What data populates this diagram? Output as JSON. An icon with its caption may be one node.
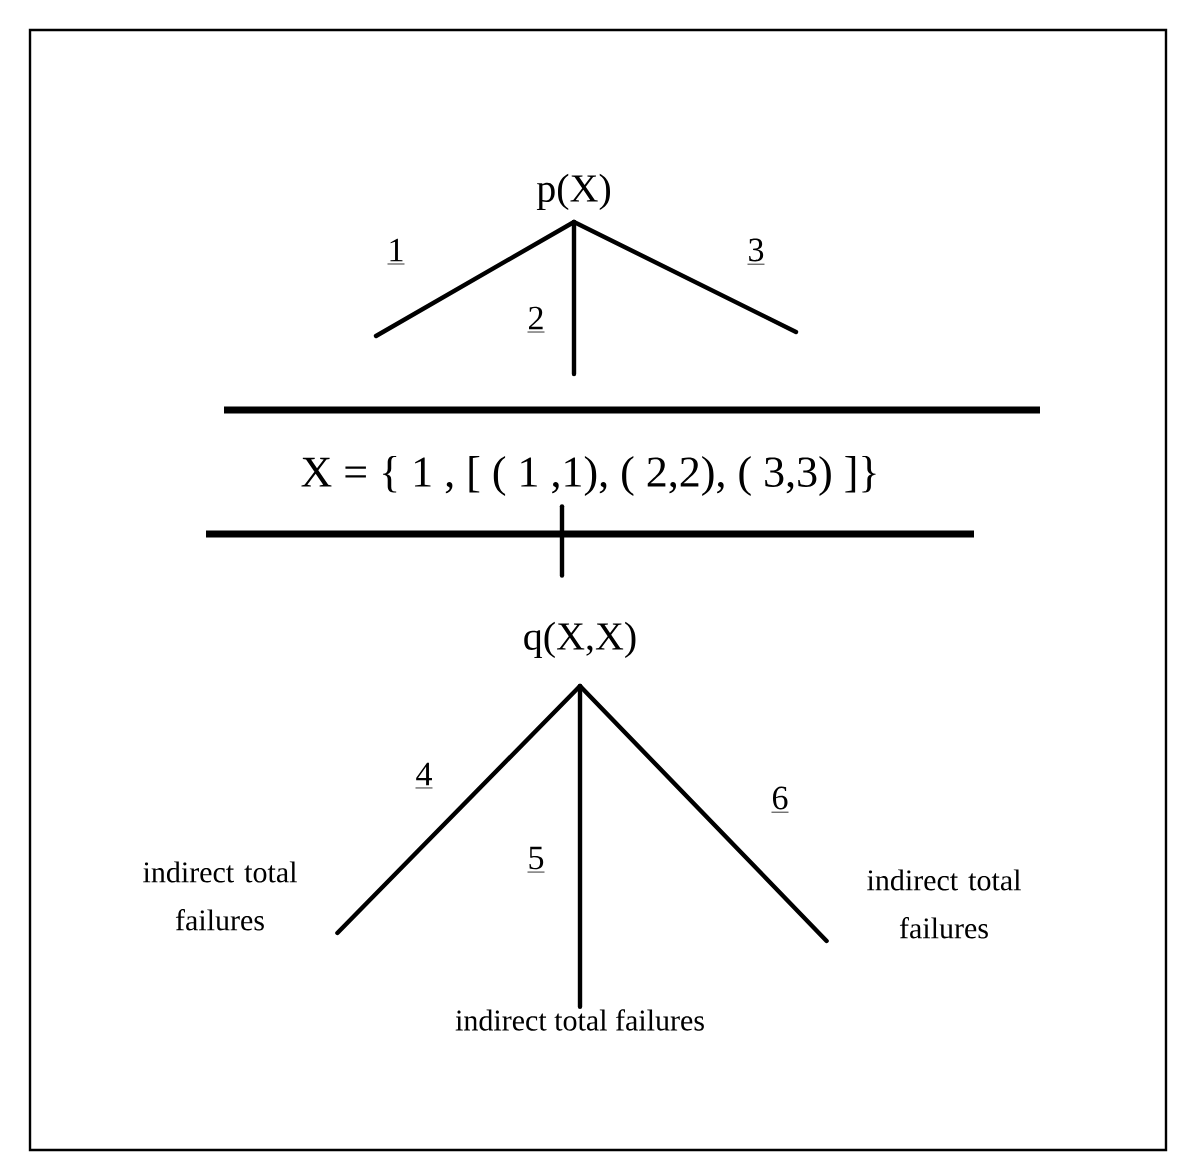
{
  "diagram": {
    "nodes": [
      {
        "text": [
          "p(X)"
        ]
      },
      {
        "text": [
          "X = { 1 , [ ( 1 ,1), ( 2,2), ( 3,3) ]}"
        ]
      },
      {
        "text": [
          "q(X,X)"
        ]
      },
      {
        "text": [
          "indirect total failures"
        ]
      },
      {
        "text": [
          "indirect total failures"
        ]
      },
      {
        "text": [
          "indirect total failures"
        ]
      }
    ],
    "edges": [
      {
        "from": 0,
        "to": null,
        "arrow": "none",
        "label": "1"
      },
      {
        "from": 0,
        "to": null,
        "arrow": "none",
        "label": "2"
      },
      {
        "from": 0,
        "to": null,
        "arrow": "none",
        "label": "3"
      },
      {
        "from": 1,
        "to": 2,
        "arrow": "none"
      },
      {
        "from": 2,
        "to": 3,
        "arrow": "none",
        "label": "4"
      },
      {
        "from": 2,
        "to": 4,
        "arrow": "none",
        "label": "5"
      },
      {
        "from": 2,
        "to": 5,
        "arrow": "none",
        "label": "6"
      }
    ]
  }
}
